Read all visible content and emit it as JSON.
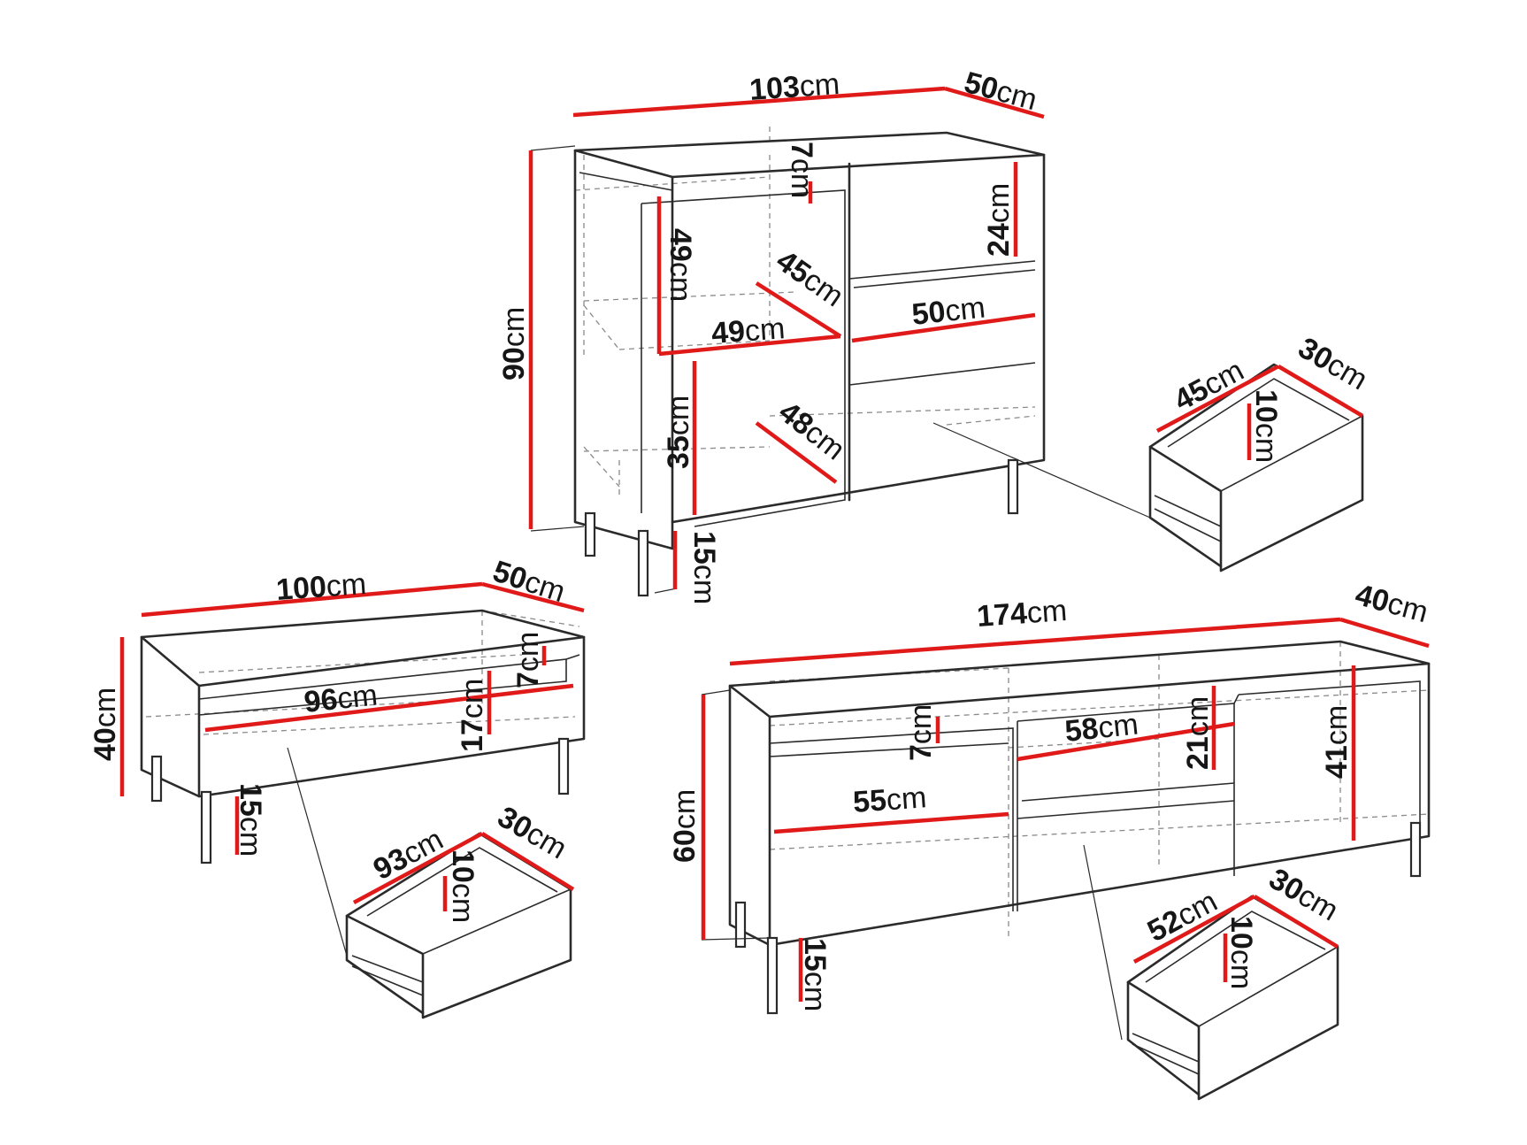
{
  "colors": {
    "dimension": "#e01919",
    "outline": "#2b2b2b",
    "hidden": "#8a8a8a"
  },
  "unit": "cm",
  "dimensions": {
    "sideboard_width": "103",
    "sideboard_depth": "50",
    "sideboard_height": "90",
    "sideboard_top_drawer_front": "7",
    "sideboard_left_upper_height": "49",
    "sideboard_shelf_depth": "45",
    "sideboard_shelf_width": "49",
    "sideboard_left_lower_height": "35",
    "sideboard_lower_depth": "48",
    "sideboard_right_top": "24",
    "sideboard_right_width": "50",
    "sideboard_leg": "15",
    "sideboard_drawer_width": "45",
    "sideboard_drawer_depth": "30",
    "sideboard_drawer_height": "10",
    "table_width": "100",
    "table_depth": "50",
    "table_height": "40",
    "table_inner_width": "96",
    "table_front": "7",
    "table_drawer_height": "17",
    "table_leg": "15",
    "table_drawer_width": "93",
    "table_drawer_depth": "30",
    "table_drawer_inner": "10",
    "tv_width": "174",
    "tv_depth": "40",
    "tv_height": "60",
    "tv_top_front": "7",
    "tv_middle_width": "58",
    "tv_middle_height": "21",
    "tv_right_height": "41",
    "tv_left_width": "55",
    "tv_leg": "15",
    "tv_drawer_width": "52",
    "tv_drawer_depth": "30",
    "tv_drawer_height": "10"
  }
}
